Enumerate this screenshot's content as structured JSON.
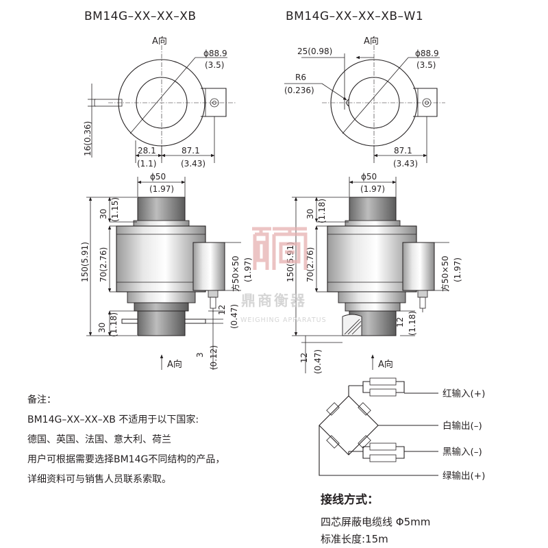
{
  "left_model": {
    "title": "BM14G–XX–XX–XB"
  },
  "right_model": {
    "title": "BM14G–XX–XX–XB–W1"
  },
  "view_label": "A向",
  "dims": {
    "phi88_9": "ϕ88.9",
    "in_3_5": "(3.5)",
    "d16": "16(0.36)",
    "d28_1": "28.1",
    "in_1_1": "(1.1)",
    "d87_1": "87.1",
    "in_3_43": "(3.43)",
    "d25": "25(0.98)",
    "r6": "R6",
    "in_0_236": "(0.236)",
    "phi50": "ϕ50",
    "in_1_97": "(1.97)",
    "d30": "30",
    "in_1_15": "(1.15)",
    "in_1_18": "(1.18)",
    "d150": "150(5.91)",
    "d70": "70(2.76)",
    "sq50": "方50×50",
    "d12": "12",
    "in_0_47": "(0.47)",
    "d3": "3",
    "in_0_12": "(0.12)"
  },
  "watermark": {
    "brand": "鼎商衡器",
    "sub": "WEIGHING APPARATUS"
  },
  "notes": {
    "heading": "备注：",
    "lines": [
      "BM14G–XX–XX–XB 不适用于以下国家:",
      "德国、英国、法国、意大利、荷兰",
      "用户可根据需要选择BM14G不同结构的产品，",
      "详细资料可与销售人员联系索取。"
    ]
  },
  "wiring": {
    "red_in": "红输入(+)",
    "white_out": "白输出(–)",
    "black_in": "黑输入(–)",
    "green_out": "绿输出(+)",
    "heading": "接线方式：",
    "cable": "四芯屏蔽电缆线 Φ5mm",
    "length": "标准长度:15m"
  },
  "colors": {
    "ink": "#231f20",
    "watermark": "#e6b0b0",
    "watermark_text": "#c8c8c8",
    "body_shade": "#d0d0d0"
  }
}
